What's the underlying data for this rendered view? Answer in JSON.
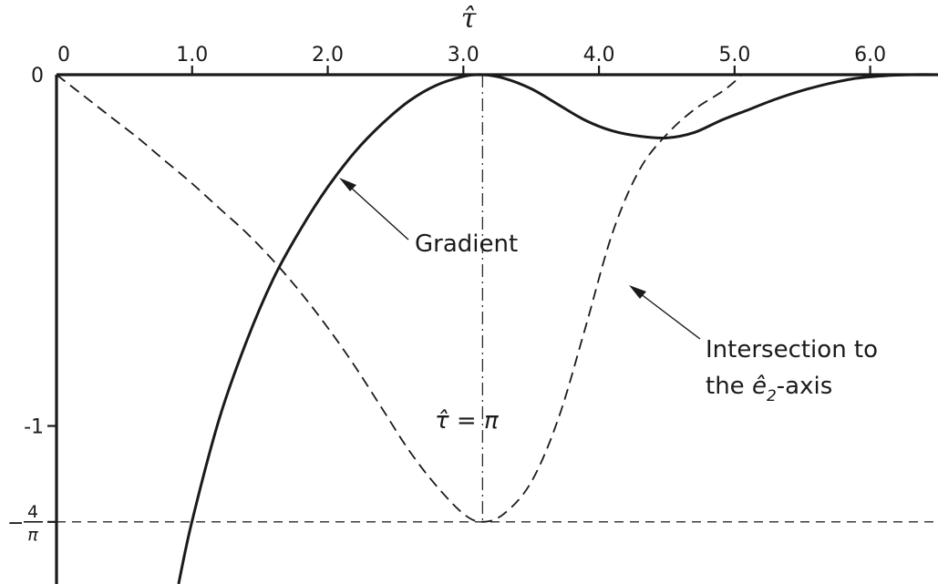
{
  "chart_data": {
    "type": "line",
    "xlabel": "τ̂",
    "xlim": [
      0,
      6.5
    ],
    "ylim": [
      -1.45,
      0
    ],
    "x_ticks": [
      "0",
      "1.0",
      "2.0",
      "3.0",
      "4.0",
      "5.0",
      "6.0"
    ],
    "y_ticks": [
      {
        "value": 0,
        "label": "0"
      },
      {
        "value": -1,
        "label": "-1"
      },
      {
        "value": -1.2732,
        "label_num": "4",
        "label_den": "π",
        "label_sign": "−"
      }
    ],
    "reference_lines": [
      {
        "orientation": "horizontal",
        "value": -1.2732,
        "style": "dashed"
      },
      {
        "orientation": "vertical",
        "value": 3.1416,
        "style": "dash-dot",
        "label": "τ̂ = π"
      }
    ],
    "series": [
      {
        "name": "Gradient",
        "style": "solid",
        "points": [
          [
            0.9,
            -1.45
          ],
          [
            1.0,
            -1.27
          ],
          [
            1.2,
            -0.98
          ],
          [
            1.4,
            -0.76
          ],
          [
            1.6,
            -0.58
          ],
          [
            1.8,
            -0.44
          ],
          [
            2.0,
            -0.32
          ],
          [
            2.2,
            -0.22
          ],
          [
            2.4,
            -0.14
          ],
          [
            2.6,
            -0.075
          ],
          [
            2.8,
            -0.03
          ],
          [
            3.0,
            -0.005
          ],
          [
            3.14,
            0.0
          ],
          [
            3.3,
            -0.01
          ],
          [
            3.5,
            -0.04
          ],
          [
            3.7,
            -0.085
          ],
          [
            3.9,
            -0.13
          ],
          [
            4.1,
            -0.16
          ],
          [
            4.3,
            -0.175
          ],
          [
            4.5,
            -0.18
          ],
          [
            4.7,
            -0.165
          ],
          [
            4.9,
            -0.13
          ],
          [
            5.1,
            -0.1
          ],
          [
            5.3,
            -0.07
          ],
          [
            5.5,
            -0.045
          ],
          [
            5.7,
            -0.025
          ],
          [
            5.9,
            -0.01
          ],
          [
            6.1,
            -0.003
          ],
          [
            6.3,
            0.0
          ],
          [
            6.5,
            0.0
          ]
        ]
      },
      {
        "name": "Intersection to the ê₂-axis",
        "style": "dashed",
        "points": [
          [
            0.0,
            0.0
          ],
          [
            0.2,
            -0.06
          ],
          [
            0.4,
            -0.12
          ],
          [
            0.6,
            -0.18
          ],
          [
            0.8,
            -0.245
          ],
          [
            1.0,
            -0.31
          ],
          [
            1.2,
            -0.38
          ],
          [
            1.4,
            -0.45
          ],
          [
            1.6,
            -0.53
          ],
          [
            1.8,
            -0.62
          ],
          [
            2.0,
            -0.72
          ],
          [
            2.2,
            -0.83
          ],
          [
            2.4,
            -0.95
          ],
          [
            2.6,
            -1.07
          ],
          [
            2.8,
            -1.17
          ],
          [
            3.0,
            -1.25
          ],
          [
            3.14,
            -1.2732
          ],
          [
            3.3,
            -1.25
          ],
          [
            3.5,
            -1.16
          ],
          [
            3.7,
            -0.98
          ],
          [
            3.9,
            -0.72
          ],
          [
            4.1,
            -0.45
          ],
          [
            4.3,
            -0.27
          ],
          [
            4.5,
            -0.17
          ],
          [
            4.7,
            -0.1
          ],
          [
            4.9,
            -0.05
          ],
          [
            5.0,
            -0.02
          ],
          [
            5.05,
            0.0
          ]
        ]
      }
    ],
    "annotations": [
      {
        "text": "Gradient",
        "target": "Gradient"
      },
      {
        "text_line1": "Intersection to",
        "text_line2_prefix": "the ",
        "text_line2_var": "ê",
        "text_line2_sub": "2",
        "text_line2_suffix": "-axis",
        "target": "Intersection to the ê₂-axis"
      },
      {
        "text": "τ̂ = π",
        "target": "vertical reference"
      }
    ]
  }
}
